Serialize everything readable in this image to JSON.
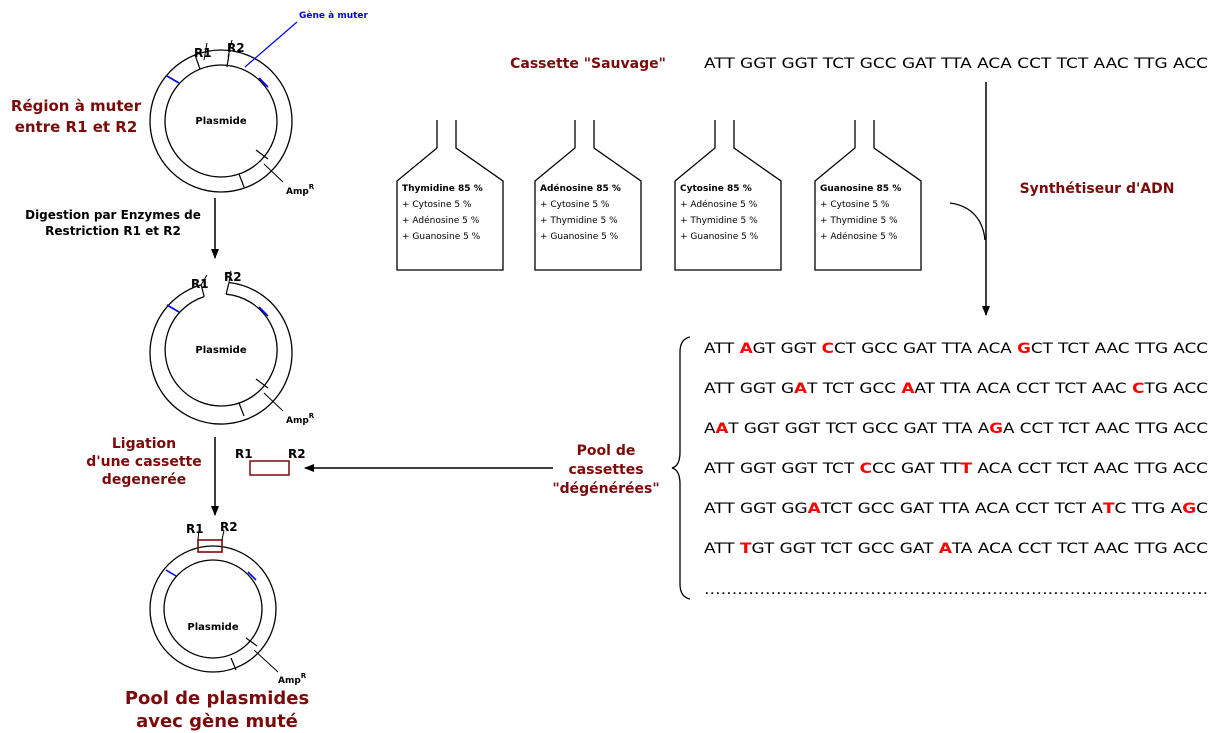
{
  "gene_label": "Gène à muter",
  "r1": "R1",
  "r2": "R2",
  "region_label": [
    "Région à muter",
    "entre R1 et R2"
  ],
  "plasmid_label": "Plasmide",
  "amp_label": "Amp",
  "amp_sup": "R",
  "digestion_label": [
    "Digestion par Enzymes de",
    "Restriction R1 et R2"
  ],
  "ligation_label": [
    "Ligation",
    "d'une cassette",
    "degenerée"
  ],
  "pool_plasmids_label": [
    "Pool de plasmides",
    "avec gène muté"
  ],
  "cassette_sauvage_label": "Cassette \"Sauvage\"",
  "cassette_sauvage_seq": "ATT GGT GGT TCT GCC GAT TTA ACA CCT TCT AAC TTG ACC",
  "synth_label": "Synthétiseur d'ADN",
  "pool_cassettes_label": [
    "Pool de",
    "cassettes",
    "\"dégénérées\""
  ],
  "bottles": [
    {
      "title": "Thymidine 85 %",
      "lines": [
        "+ Cytosine 5 %",
        "+ Adénosine 5 %",
        "+ Guanosine 5 %"
      ]
    },
    {
      "title": "Adénosine 85 %",
      "lines": [
        "+ Cytosine 5 %",
        "+ Thymidine 5 %",
        "+ Guanosine 5 %"
      ]
    },
    {
      "title": "Cytosine 85 %",
      "lines": [
        "+ Adénosine 5 %",
        "+ Thymidine 5 %",
        "+ Guanosine 5 %"
      ]
    },
    {
      "title": "Guanosine 85 %",
      "lines": [
        "+ Cytosine 5 %",
        "+ Thymidine 5 %",
        "+ Adénosine 5 %"
      ]
    }
  ],
  "mutant_sequences": [
    [
      [
        "ATT ",
        0
      ],
      [
        "A",
        1
      ],
      [
        "GT GGT ",
        0
      ],
      [
        "C",
        1
      ],
      [
        "CT GCC GAT TTA ACA ",
        0
      ],
      [
        "G",
        1
      ],
      [
        "CT TCT AAC TTG ACC",
        0
      ]
    ],
    [
      [
        "ATT GGT G",
        0
      ],
      [
        "A",
        1
      ],
      [
        "T TCT GCC ",
        0
      ],
      [
        "A",
        1
      ],
      [
        "AT TTA ACA CCT TCT AAC ",
        0
      ],
      [
        "C",
        1
      ],
      [
        "TG ACC",
        0
      ]
    ],
    [
      [
        "A",
        0
      ],
      [
        "A",
        1
      ],
      [
        "T GGT GGT TCT GCC GAT TTA A",
        0
      ],
      [
        "G",
        1
      ],
      [
        "A CCT TCT AAC TTG ACC",
        0
      ]
    ],
    [
      [
        "ATT GGT GGT TCT ",
        0
      ],
      [
        "C",
        1
      ],
      [
        "CC GAT TT",
        0
      ],
      [
        "T",
        1
      ],
      [
        " ACA CCT TCT AAC TTG ACC",
        0
      ]
    ],
    [
      [
        "ATT GGT GG",
        0
      ],
      [
        "A",
        1
      ],
      [
        "TCT GCC GAT TTA ACA CCT TCT A",
        0
      ],
      [
        "T",
        1
      ],
      [
        "C TTG A",
        0
      ],
      [
        "G",
        1
      ],
      [
        "C",
        0
      ]
    ],
    [
      [
        "ATT ",
        0
      ],
      [
        "T",
        1
      ],
      [
        "GT GGT TCT GCC GAT ",
        0
      ],
      [
        "A",
        1
      ],
      [
        "TA ACA CCT TCT AAC TTG ACC",
        0
      ]
    ]
  ],
  "ellipsis": "……………………………………………………………………………….",
  "colors": {
    "dark_red": "#7b0a0a",
    "mutation_red": "#ff0000",
    "gene_blue": "#0000ff",
    "cassette_box": "#7b0a0a"
  }
}
